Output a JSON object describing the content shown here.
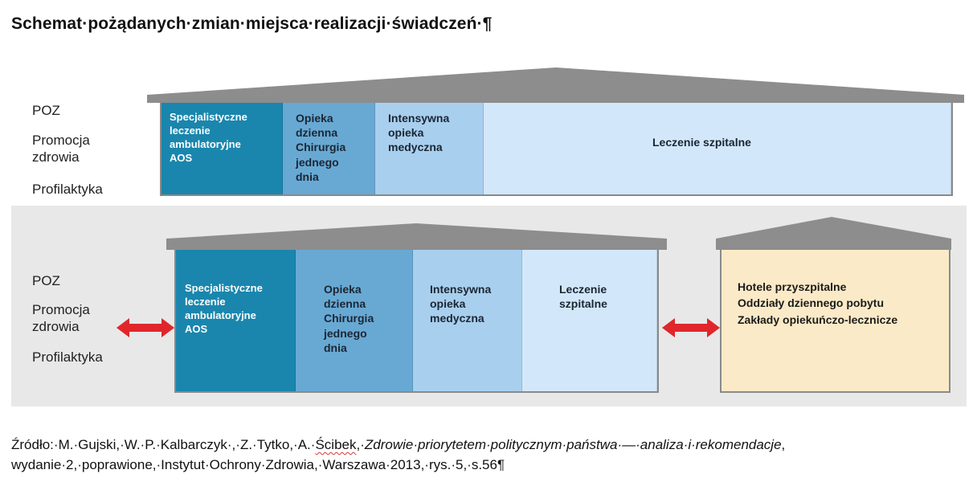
{
  "title": "Schemat·pożądanych·zmian·miejsca·realizacji·świadczeń·¶",
  "side_labels": {
    "poz": "POZ",
    "promocja1": "Promocja",
    "promocja2": "zdrowia",
    "profilaktyka": "Profilaktyka"
  },
  "top_row": {
    "aos": "Specjalistyczne\nleczenie\nambulatoryjne\nAOS",
    "opieka": "Opieka\ndzienna\nChirurgia\njednego\ndnia",
    "intensywna": "Intensywna\nopieka\nmedyczna",
    "szpitalne": "Leczenie szpitalne"
  },
  "bottom_row": {
    "aos": "Specjalistyczne\nleczenie\nambulatoryjne\nAOS",
    "opieka": "Opieka\ndzienna\nChirurgia\njednego\ndnia",
    "intensywna": "Intensywna\nopieka\nmedyczna",
    "szpitalne": "Leczenie\nszpitalne"
  },
  "side_building": {
    "line1": "Hotele przyszpitalne",
    "line2": "Oddziały dziennego pobytu",
    "line3": "Zakłady opiekuńczo-lecznicze"
  },
  "colors": {
    "aos": "#1a86ad",
    "opieka": "#68a9d4",
    "intensywna": "#a9cfee",
    "szpitalne": "#d2e8fa",
    "side_building": "#fbeac7",
    "arrow": "#e0262b",
    "roof": "#8d8d8d"
  },
  "source": {
    "prefix": "Źródło:·M.·Gujski,·W.·P.·Kalbarczyk·,·Z.·Tytko,·A.·",
    "surname": "Ścibek",
    "comma": ",·",
    "book_title": "Zdrowie·priorytetem·politycznym·państwa·—·analiza·i·rekomendacje",
    "suffix": ",",
    "line2": "wydanie·2,·poprawione,·Instytut·Ochrony·Zdrowia,·Warszawa·2013,·rys.·5,·s.56¶"
  },
  "icons": [
    "double-arrow-icon",
    "roof-icon"
  ]
}
